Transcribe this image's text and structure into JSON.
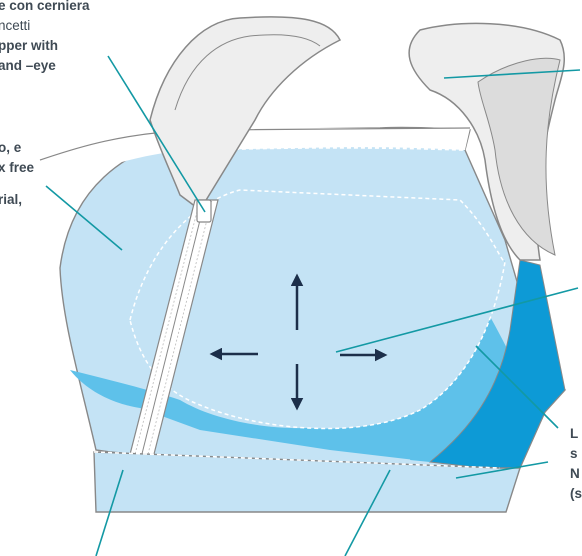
{
  "labels": {
    "top_left_1": "e con cerniera",
    "top_left_2": "ncetti",
    "top_left_3": "pper with",
    "top_left_4": "and –eye",
    "mid_left_1": "o, e",
    "mid_left_2": "x free",
    "mid_left_3": "rial,",
    "right_1": "L",
    "right_2": "s",
    "right_3": "N",
    "right_4": "(s"
  },
  "colors": {
    "body_light": "#c4e3f5",
    "body_mid": "#5ec1ea",
    "body_dark": "#0d9ad6",
    "strap": "#eeeeee",
    "leader_line": "#1399a4",
    "arrow": "#1c2f4a",
    "text": "#3f4a54"
  },
  "icons": [
    "arrow-up-icon",
    "arrow-down-icon",
    "arrow-left-icon",
    "arrow-right-icon"
  ]
}
